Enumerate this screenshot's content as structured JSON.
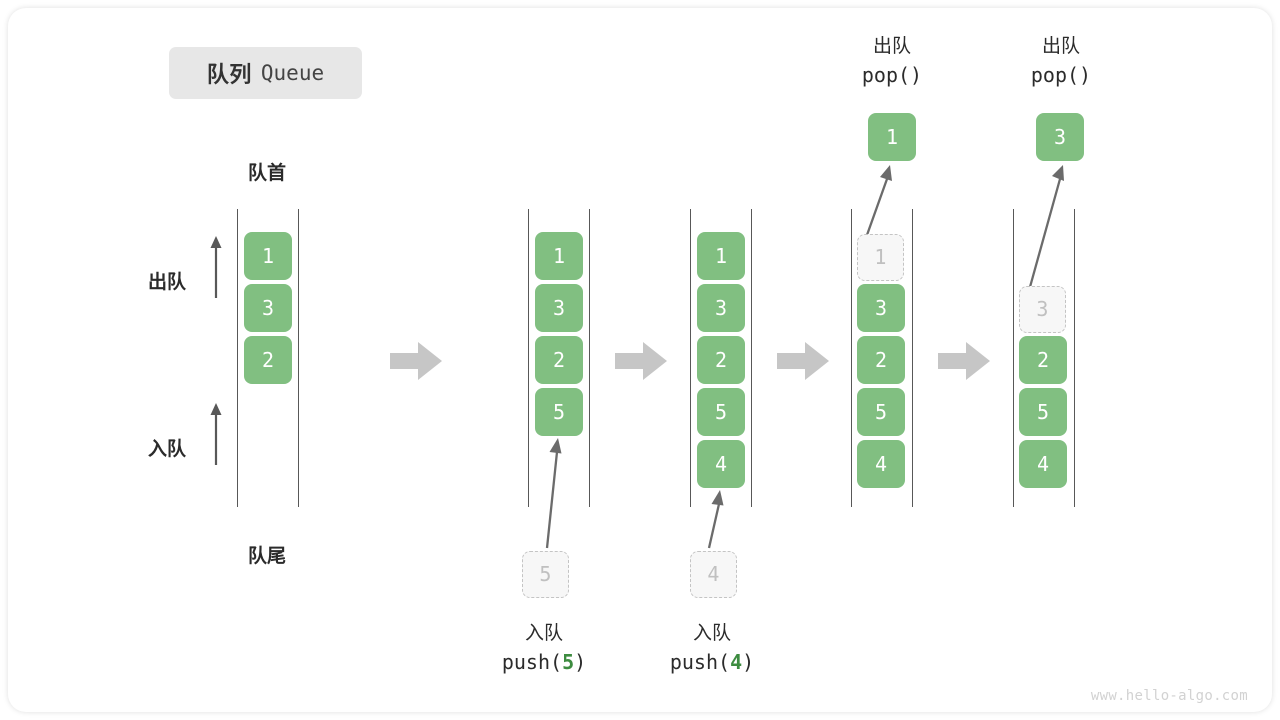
{
  "title": {
    "cn": "队列",
    "en": "Queue"
  },
  "labels": {
    "front": "队首",
    "rear": "队尾",
    "dequeue": "出队",
    "enqueue": "入队"
  },
  "colors": {
    "cell_fill": "#81bf81",
    "cell_text": "#ffffff",
    "ghost_fill": "#f7f7f7",
    "ghost_border": "#c4c4c4",
    "ghost_text": "#c0c0c0",
    "rail": "#585858",
    "arrow_gray": "#c6c6c6",
    "chip_bg": "#e7e7e7",
    "code_arg_green": "#3d8c40",
    "watermark": "#d2d2d2"
  },
  "stages": [
    {
      "id": "initial",
      "cells": [
        "1",
        "3",
        "2"
      ],
      "ghost_top": null,
      "ghost_bottom": null,
      "caption_cn": null,
      "caption_code": null,
      "caption_arg": null,
      "popped": null,
      "pop_cn": null,
      "pop_code": null
    },
    {
      "id": "push-5",
      "cells": [
        "1",
        "3",
        "2",
        "5"
      ],
      "ghost_top": null,
      "ghost_bottom": "5",
      "caption_cn": "入队",
      "caption_code_pre": "push(",
      "caption_arg": "5",
      "caption_code_post": ")",
      "popped": null,
      "pop_cn": null,
      "pop_code": null
    },
    {
      "id": "push-4",
      "cells": [
        "1",
        "3",
        "2",
        "5",
        "4"
      ],
      "ghost_top": null,
      "ghost_bottom": "4",
      "caption_cn": "入队",
      "caption_code_pre": "push(",
      "caption_arg": "4",
      "caption_code_post": ")",
      "popped": null,
      "pop_cn": null,
      "pop_code": null
    },
    {
      "id": "pop-1",
      "cells": [
        "3",
        "2",
        "5",
        "4"
      ],
      "ghost_top": "1",
      "ghost_bottom": null,
      "caption_cn": null,
      "popped": "1",
      "pop_cn": "出队",
      "pop_code": "pop()"
    },
    {
      "id": "pop-3",
      "cells": [
        "2",
        "5",
        "4"
      ],
      "ghost_top": "3",
      "ghost_bottom": null,
      "caption_cn": null,
      "popped": "3",
      "pop_cn": "出队",
      "pop_code": "pop()"
    }
  ],
  "watermark": "www.hello-algo.com"
}
